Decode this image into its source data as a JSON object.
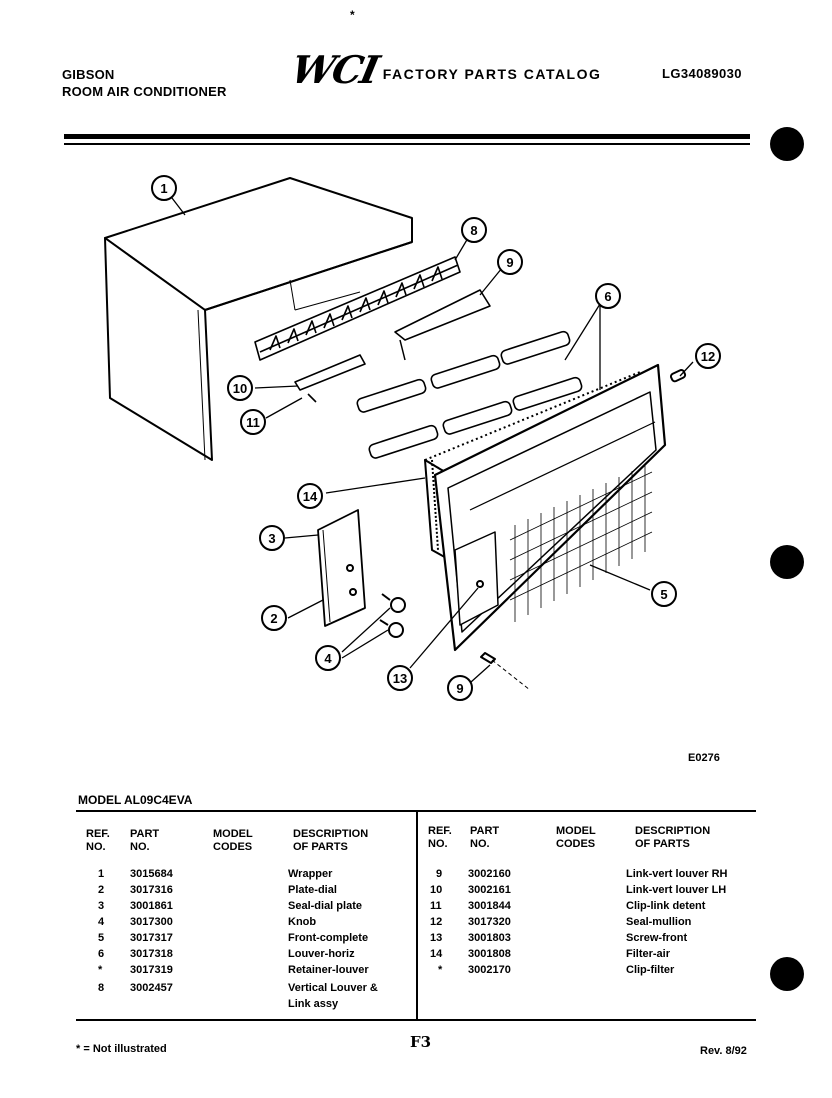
{
  "header": {
    "brand": "GIBSON",
    "product": "ROOM AIR CONDITIONER",
    "logo": "WCI",
    "catalog_title": "FACTORY PARTS CATALOG",
    "doc_number": "LG34089030"
  },
  "top_mark": "*",
  "figure_code": "E0276",
  "callouts": [
    "1",
    "8",
    "9",
    "6",
    "12",
    "10",
    "11",
    "14",
    "3",
    "2",
    "4",
    "13",
    "9",
    "5"
  ],
  "model": "MODEL AL09C4EVA",
  "table_headers": {
    "ref": "REF.",
    "ref2": "NO.",
    "part": "PART",
    "part2": "NO.",
    "model": "MODEL",
    "model2": "CODES",
    "desc": "DESCRIPTION",
    "desc2": "OF PARTS"
  },
  "parts_left": [
    {
      "ref": "1",
      "part": "3015684",
      "desc": "Wrapper"
    },
    {
      "ref": "2",
      "part": "3017316",
      "desc": "Plate-dial"
    },
    {
      "ref": "3",
      "part": "3001861",
      "desc": "Seal-dial plate"
    },
    {
      "ref": "4",
      "part": "3017300",
      "desc": "Knob"
    },
    {
      "ref": "5",
      "part": "3017317",
      "desc": "Front-complete"
    },
    {
      "ref": "6",
      "part": "3017318",
      "desc": "Louver-horiz"
    },
    {
      "ref": "*",
      "part": "3017319",
      "desc": "Retainer-louver"
    },
    {
      "ref": "8",
      "part": "3002457",
      "desc": "Vertical Louver &",
      "desc2": "Link assy"
    }
  ],
  "parts_right": [
    {
      "ref": "9",
      "part": "3002160",
      "desc": "Link-vert louver RH"
    },
    {
      "ref": "10",
      "part": "3002161",
      "desc": "Link-vert louver LH"
    },
    {
      "ref": "11",
      "part": "3001844",
      "desc": "Clip-link detent"
    },
    {
      "ref": "12",
      "part": "3017320",
      "desc": "Seal-mullion"
    },
    {
      "ref": "13",
      "part": "3001803",
      "desc": "Screw-front"
    },
    {
      "ref": "14",
      "part": "3001808",
      "desc": "Filter-air"
    },
    {
      "ref": "*",
      "part": "3002170",
      "desc": "Clip-filter"
    }
  ],
  "footnote": "* = Not illustrated",
  "page_code": "F3",
  "revision": "Rev. 8/92"
}
